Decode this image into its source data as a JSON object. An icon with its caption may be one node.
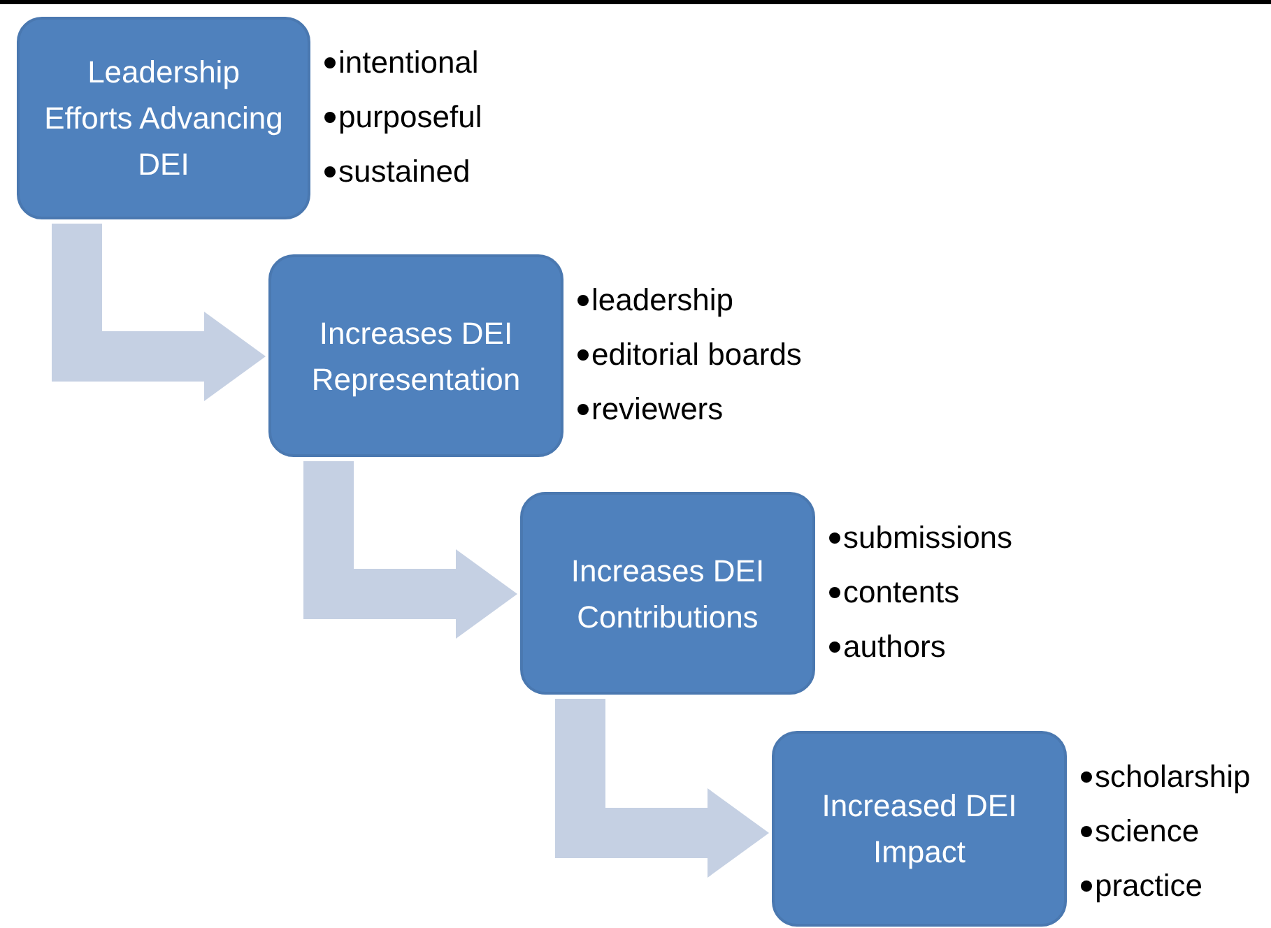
{
  "diagram": {
    "nodes": [
      {
        "text": [
          "Leadership Efforts Advancing DEI"
        ],
        "beside": [
          "intentional",
          "purposeful",
          "sustained"
        ]
      },
      {
        "text": [
          "Increases DEI Representation"
        ],
        "beside": [
          "leadership",
          "editorial boards",
          "reviewers"
        ]
      },
      {
        "text": [
          "Increases DEI Contributions"
        ],
        "beside": [
          "submissions",
          "contents",
          "authors"
        ]
      },
      {
        "text": [
          "Increased DEI Impact"
        ],
        "beside": [
          "scholarship",
          "science",
          "practice"
        ]
      }
    ],
    "edges": [
      {
        "from": 0,
        "to": 1,
        "arrow": "to"
      },
      {
        "from": 1,
        "to": 2,
        "arrow": "to"
      },
      {
        "from": 2,
        "to": 3,
        "arrow": "to"
      }
    ]
  }
}
